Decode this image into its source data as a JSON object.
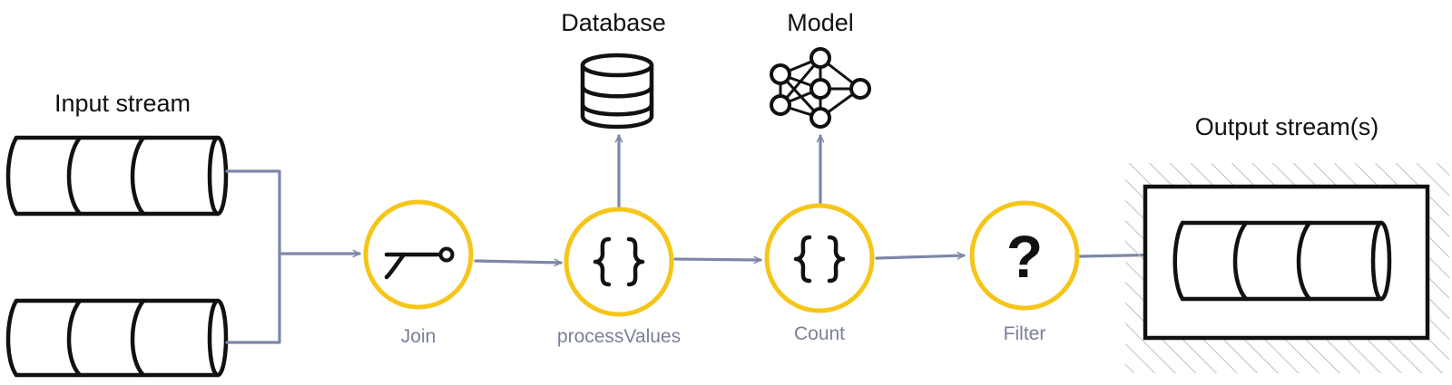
{
  "colors": {
    "edge": "#7c87aa",
    "node_ring": "#f5c518",
    "ink": "#111111",
    "node_label": "#7a809a",
    "hatch": "#b8bfd0"
  },
  "labels": {
    "input_stream": "Input stream",
    "output_stream": "Output stream(s)",
    "database": "Database",
    "model": "Model"
  },
  "nodes": [
    {
      "id": "join",
      "label": "Join",
      "icon": "join-icon"
    },
    {
      "id": "process",
      "label": "processValues",
      "icon": "curly-braces-icon"
    },
    {
      "id": "count",
      "label": "Count",
      "icon": "curly-braces-icon"
    },
    {
      "id": "filter",
      "label": "Filter",
      "icon": "question-mark-icon"
    }
  ],
  "icons": {
    "filter_glyph": "?",
    "database": "database-icon",
    "model": "neural-network-icon",
    "stream": "stream-cylinder-icon"
  }
}
